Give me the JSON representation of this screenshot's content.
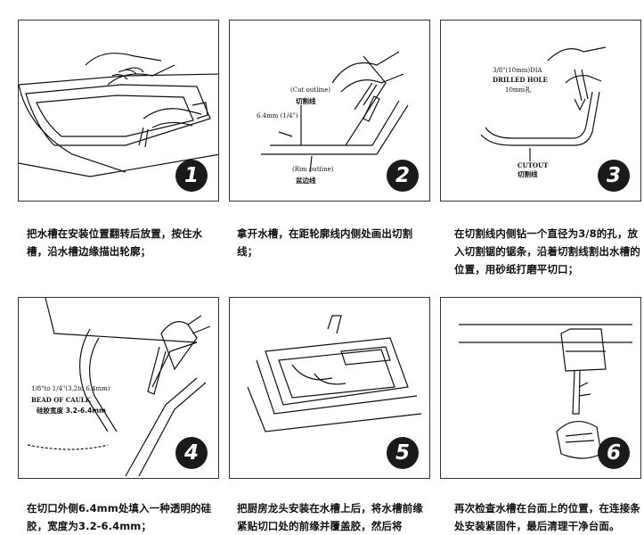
{
  "steps": [
    {
      "number": "1",
      "caption": "把水槽在安装位置翻转后放置，按住水槽，沿水槽边缘描出轮廓；",
      "labels": {}
    },
    {
      "number": "2",
      "caption": "拿开水槽，在距轮廓线内侧处画出切割线；",
      "labels": {
        "cut_outline": "(Cut outline)",
        "cut_line_cn": "切割线",
        "distance": "6.4mm  (1/4\")",
        "rim_outline": "(Rim outline)",
        "rim_line_cn": "盆边线"
      }
    },
    {
      "number": "3",
      "caption": "在切割线内侧钻一个直径为3/8的孔，放入切割锯的锯条，沿着切割线割出水槽的位置，用砂纸打磨平切口；",
      "labels": {
        "hole_line1": "3/8\"(10mm)DIA",
        "hole_line2": "DRILLED  HOLE",
        "hole_cn": "10mm孔",
        "cutout": "CUTOUT",
        "cutout_cn": "切割线"
      }
    },
    {
      "number": "4",
      "caption": "在切口外侧6.4mm处填入一种透明的硅胶，宽度为3.2-6.4mm；",
      "labels": {
        "size": "1/8\"to 1/4\"(3.2to 6.4mm)",
        "bead": "BEAD OF CAULK",
        "bead_cn": "硅胶宽度 3.2-6.4mm"
      }
    },
    {
      "number": "5",
      "caption": "把厨房龙头安装在水槽上后，将水槽前缘紧贴切口处的前缘并覆盖胶，然后将",
      "labels": {}
    },
    {
      "number": "6",
      "caption": "再次检查水槽在台面上的位置，在连接条处安装紧固件，最后清理干净台面。",
      "labels": {}
    }
  ]
}
